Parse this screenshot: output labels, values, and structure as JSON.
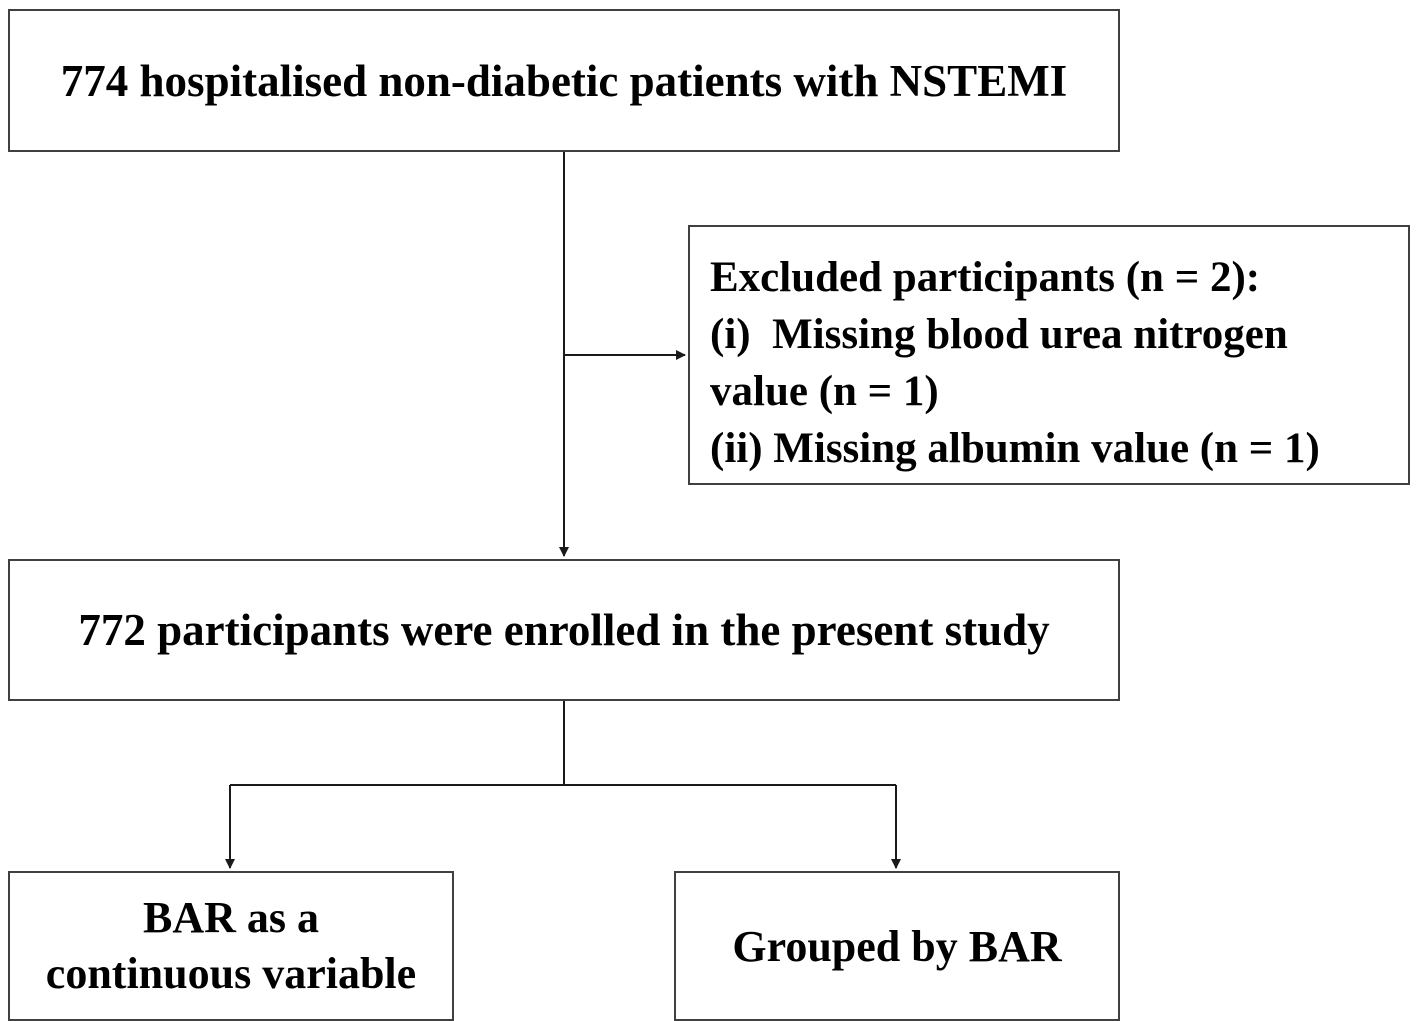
{
  "flowchart": {
    "top_box": {
      "text": "774 hospitalised non-diabetic patients with NSTEMI"
    },
    "excluded_box": {
      "lines": [
        "Excluded participants (n = 2):",
        "(i)  Missing blood urea nitrogen",
        "value (n = 1)",
        "(ii) Missing albumin value (n = 1)"
      ]
    },
    "enrolled_box": {
      "text": "772 participants were enrolled in the present study"
    },
    "left_box": {
      "lines": [
        "BAR as a",
        "continuous variable"
      ]
    },
    "right_box": {
      "text": "Grouped by BAR"
    }
  },
  "colors": {
    "border": "#404040",
    "text": "#000000",
    "background": "#ffffff"
  }
}
